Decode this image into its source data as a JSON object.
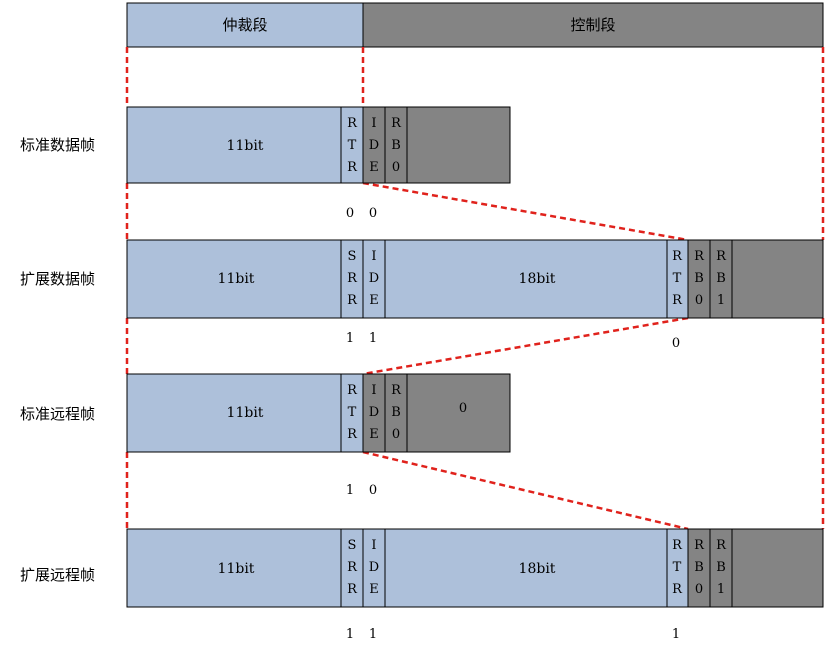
{
  "colors": {
    "arbitration": "#adc0da",
    "control": "#848484",
    "border": "#000000",
    "guide": "#e0221c"
  },
  "header": {
    "arbitration_label": "仲裁段",
    "control_label": "控制段"
  },
  "rows": [
    {
      "label": "标准数据帧",
      "id_label": "11bit",
      "fields": {
        "rtr": [
          "R",
          "T",
          "R"
        ],
        "ide": [
          "I",
          "D",
          "E"
        ],
        "rb0": [
          "R",
          "B",
          "0"
        ]
      },
      "tail_value": "",
      "bits": [
        "0",
        "0"
      ]
    },
    {
      "label": "扩展数据帧",
      "id_label": "11bit",
      "ext_label": "18bit",
      "fields": {
        "srr": [
          "S",
          "R",
          "R"
        ],
        "ide": [
          "I",
          "D",
          "E"
        ],
        "rtr": [
          "R",
          "T",
          "R"
        ],
        "rb0": [
          "R",
          "B",
          "0"
        ],
        "rb1": [
          "R",
          "B",
          "1"
        ]
      },
      "bits": [
        "1",
        "1"
      ],
      "rtr_bit": "0"
    },
    {
      "label": "标准远程帧",
      "id_label": "11bit",
      "fields": {
        "rtr": [
          "R",
          "T",
          "R"
        ],
        "ide": [
          "I",
          "D",
          "E"
        ],
        "rb0": [
          "R",
          "B",
          "0"
        ]
      },
      "tail_value": "0",
      "bits": [
        "1",
        "0"
      ]
    },
    {
      "label": "扩展远程帧",
      "id_label": "11bit",
      "ext_label": "18bit",
      "fields": {
        "srr": [
          "S",
          "R",
          "R"
        ],
        "ide": [
          "I",
          "D",
          "E"
        ],
        "rtr": [
          "R",
          "T",
          "R"
        ],
        "rb0": [
          "R",
          "B",
          "0"
        ],
        "rb1": [
          "R",
          "B",
          "1"
        ]
      },
      "bits": [
        "1",
        "1"
      ],
      "rtr_bit": "1"
    }
  ]
}
